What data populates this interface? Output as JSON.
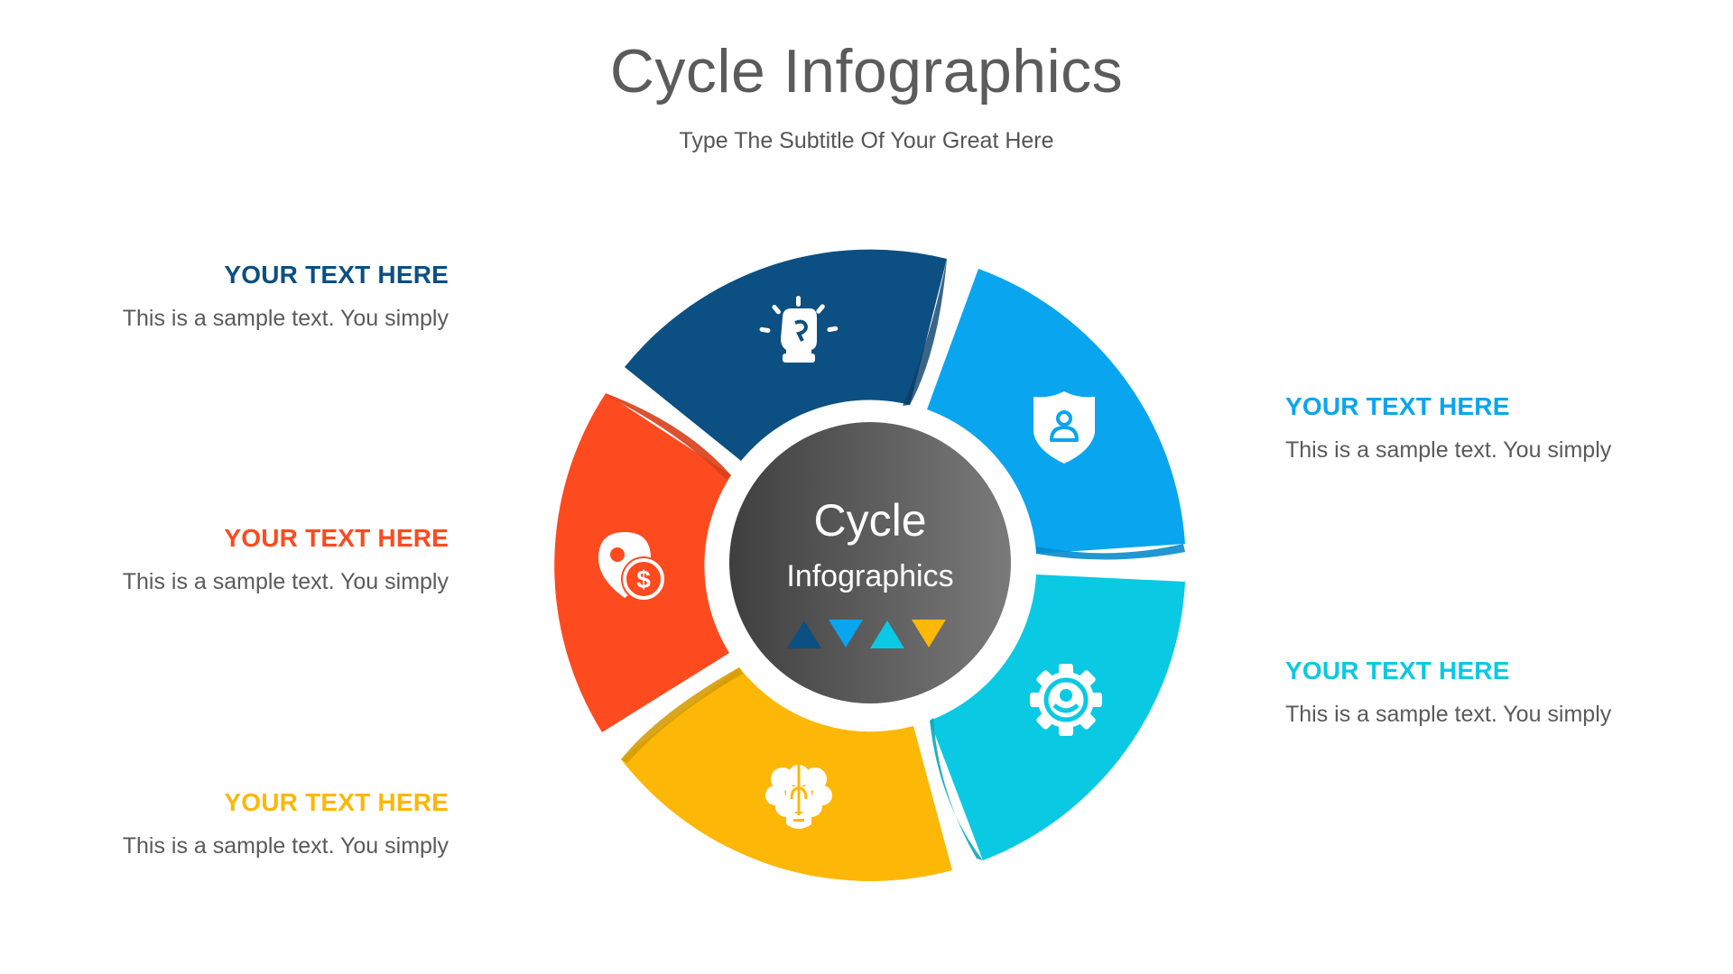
{
  "header": {
    "title": "Cycle Infographics",
    "subtitle": "Type The Subtitle Of Your Great Here"
  },
  "center": {
    "line1": "Cycle",
    "line2": "Infographics",
    "triangles": [
      "up",
      "down",
      "up",
      "down"
    ],
    "triangle_colors": [
      "#0c4f82",
      "#0aa5ef",
      "#0ac9e3",
      "#fdb706"
    ]
  },
  "colors": {
    "dark_blue": "#0c4f82",
    "blue": "#0aa5ef",
    "cyan": "#0ac9e3",
    "yellow": "#fdb706",
    "orange": "#fd4a1f",
    "center_dark": "#3f3f3f",
    "center_light": "#7a7a7a",
    "title": "#5b5b5b",
    "body_text": "#5a5a5a"
  },
  "segments": [
    {
      "id": "top",
      "color": "#0c4f82",
      "icon": "fist-idea-icon"
    },
    {
      "id": "right-top",
      "color": "#0aa5ef",
      "icon": "shield-user-icon"
    },
    {
      "id": "right-bottom",
      "color": "#0ac9e3",
      "icon": "gear-user-icon"
    },
    {
      "id": "bottom",
      "color": "#fdb706",
      "icon": "brain-bulb-icon"
    },
    {
      "id": "left",
      "color": "#fd4a1f",
      "icon": "location-dollar-icon"
    }
  ],
  "blocks": [
    {
      "side": "left",
      "heading": "YOUR TEXT HERE",
      "text": "This is a sample text. You simply",
      "color": "#0c4f82"
    },
    {
      "side": "left",
      "heading": "YOUR TEXT HERE",
      "text": "This is a sample text. You simply",
      "color": "#fd4a1f"
    },
    {
      "side": "left",
      "heading": "YOUR TEXT HERE",
      "text": "This is a sample text. You simply",
      "color": "#fdb706"
    },
    {
      "side": "right",
      "heading": "YOUR TEXT HERE",
      "text": "This is a sample text. You simply",
      "color": "#0aa5ef"
    },
    {
      "side": "right",
      "heading": "YOUR TEXT HERE",
      "text": "This is a sample text. You simply",
      "color": "#0ac9e3"
    }
  ]
}
